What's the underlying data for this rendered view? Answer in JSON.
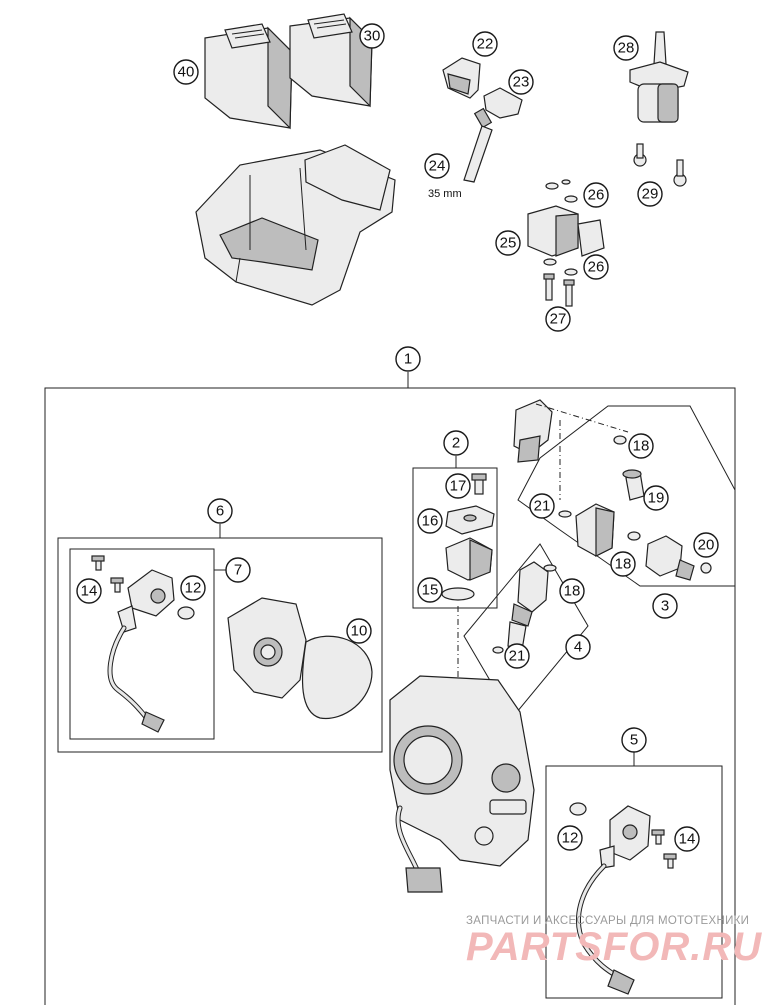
{
  "callouts": {
    "c1": "1",
    "c2": "2",
    "c3": "3",
    "c4": "4",
    "c5": "5",
    "c6": "6",
    "c7": "7",
    "c10": "10",
    "c12a": "12",
    "c12b": "12",
    "c14a": "14",
    "c14b": "14",
    "c15": "15",
    "c16": "16",
    "c17": "17",
    "c18a": "18",
    "c18b": "18",
    "c18c": "18",
    "c19": "19",
    "c20": "20",
    "c21a": "21",
    "c21b": "21",
    "c22": "22",
    "c23": "23",
    "c24": "24",
    "c25": "25",
    "c26a": "26",
    "c26b": "26",
    "c27": "27",
    "c28": "28",
    "c29": "29",
    "c30": "30",
    "c40": "40"
  },
  "notes": {
    "length_24": "35 mm"
  },
  "watermark": {
    "caption": "ЗАПЧАСТИ И АКСЕССУАРЫ ДЛЯ МОТОТЕХНИКИ",
    "brand": "PARTSFOR.RU"
  }
}
